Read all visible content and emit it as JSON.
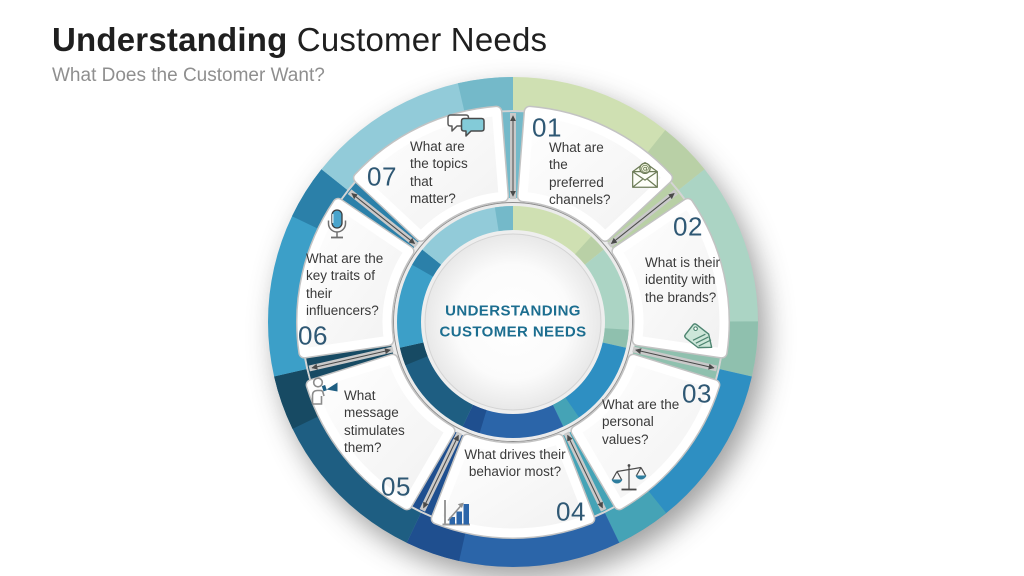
{
  "slide": {
    "title_bold": "Understanding",
    "title_regular": " Customer Needs",
    "subtitle": "What Does the Customer Want?",
    "center_label": "UNDERSTANDING CUSTOMER NEEDS"
  },
  "colors": {
    "title": "#1f1f1f",
    "subtitle": "#8f8f8f",
    "number": "#2f5874",
    "question": "#3a3a3a",
    "center_text": "#1c6e90"
  },
  "segments": [
    {
      "number": "01",
      "text": "What are the preferred channels?",
      "icon": "envelope-at-icon",
      "icon_glyph": "@",
      "color": "#cfe0b2",
      "edge_color": "#b9d0a6"
    },
    {
      "number": "02",
      "text": "What is their identity with the brands?",
      "icon": "price-tag-icon",
      "color": "#abd4c4",
      "edge_color": "#8fc0ae"
    },
    {
      "number": "03",
      "text": "What are the personal values?",
      "icon": "balance-scale-icon",
      "color": "#2e8fc2",
      "edge_color": "#45a3b6"
    },
    {
      "number": "04",
      "text": "What drives their behavior most?",
      "icon": "bar-chart-icon",
      "color": "#2b65a9",
      "edge_color": "#1f4f8f"
    },
    {
      "number": "05",
      "text": "What message stimulates them?",
      "icon": "announcer-megaphone-icon",
      "color": "#1e5e82",
      "edge_color": "#174a63"
    },
    {
      "number": "06",
      "text": "What are the key traits of their influencers?",
      "icon": "microphone-icon",
      "color": "#3c9fc8",
      "edge_color": "#2b80a9"
    },
    {
      "number": "07",
      "text": "What are the topics that matter?",
      "icon": "chat-bubbles-icon",
      "color": "#92cbd9",
      "edge_color": "#74b9c9"
    }
  ]
}
